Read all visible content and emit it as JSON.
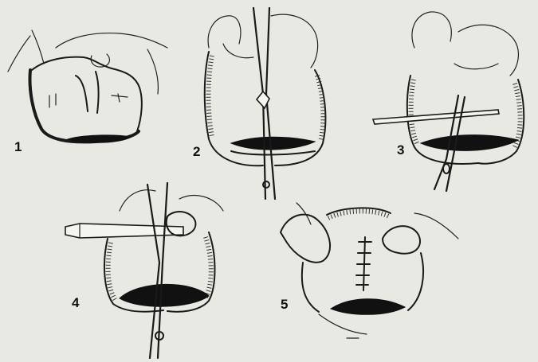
{
  "panels": [
    {
      "id": "panel-1",
      "label": "1"
    },
    {
      "id": "panel-2",
      "label": "2"
    },
    {
      "id": "panel-3",
      "label": "3"
    },
    {
      "id": "panel-4",
      "label": "4"
    },
    {
      "id": "panel-5",
      "label": "5"
    }
  ],
  "colors": {
    "background": "#e9e9e4",
    "ink": "#1a1a1a"
  }
}
